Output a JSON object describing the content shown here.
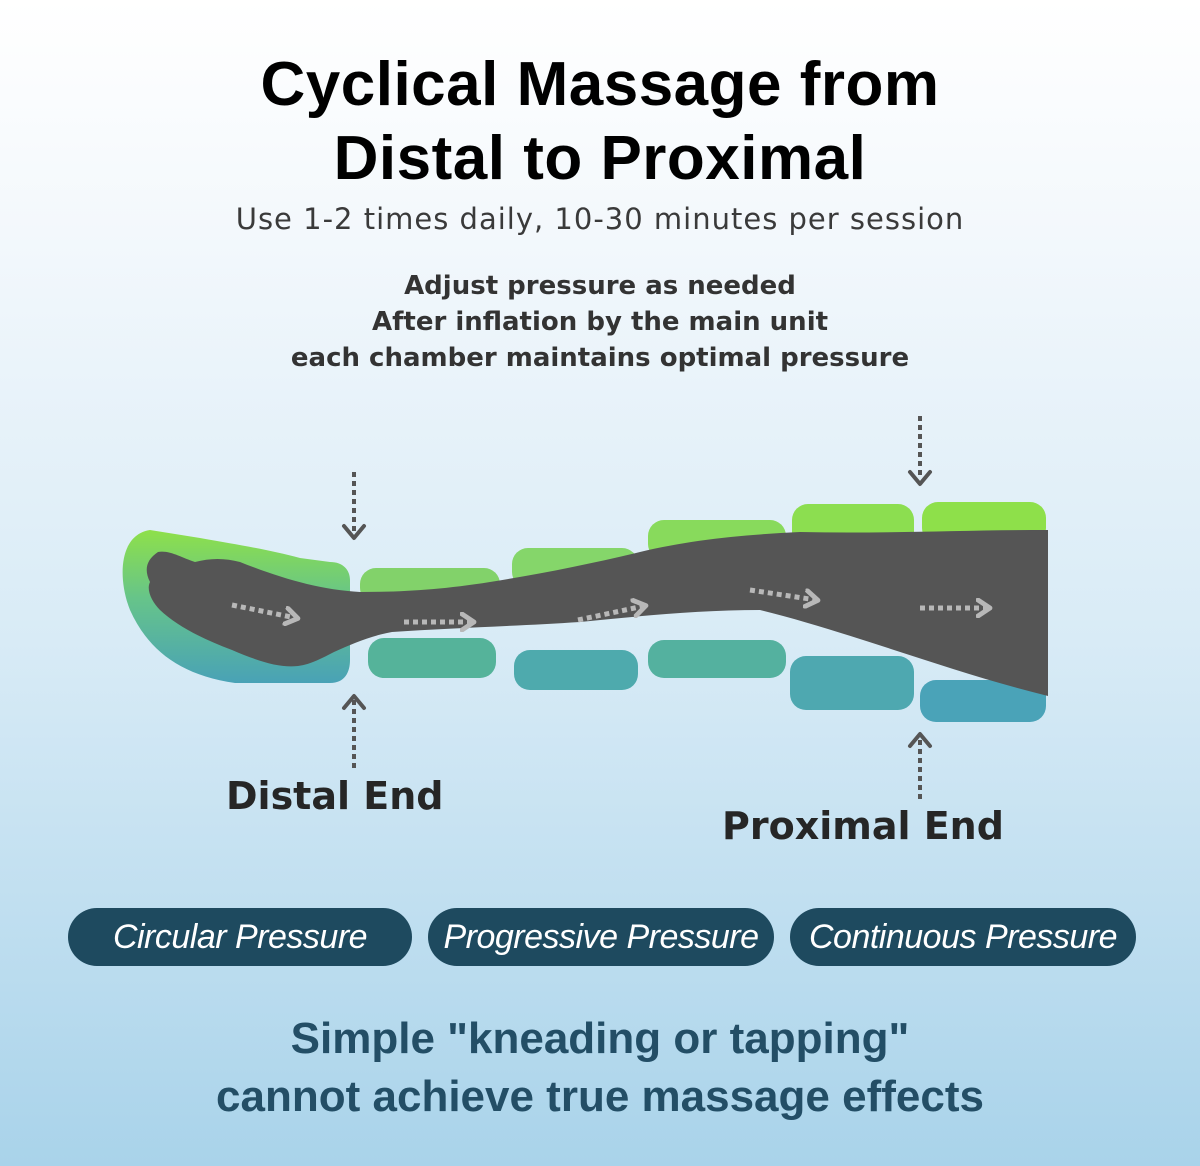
{
  "title": {
    "line1": "Cyclical Massage from",
    "line2": "Distal to Proximal"
  },
  "subtitle": "Use 1-2 times daily, 10-30 minutes per session",
  "notes": [
    "Adjust pressure as needed",
    "After inflation by the main unit",
    "each chamber maintains optimal pressure"
  ],
  "diagram": {
    "distal_label": "Distal End",
    "proximal_label": "Proximal End",
    "colors": {
      "leg": "#555555",
      "chamber_top": "#8ee04a",
      "chamber_bottom": "#4aa3b8",
      "arrow": "#b8b8b8",
      "press_arrow": "#555555"
    }
  },
  "pressure_types": [
    "Circular Pressure",
    "Progressive Pressure",
    "Continuous Pressure"
  ],
  "bottom_text": {
    "line1": "Simple \"kneading or tapping\"",
    "line2": "cannot achieve true massage effects"
  }
}
